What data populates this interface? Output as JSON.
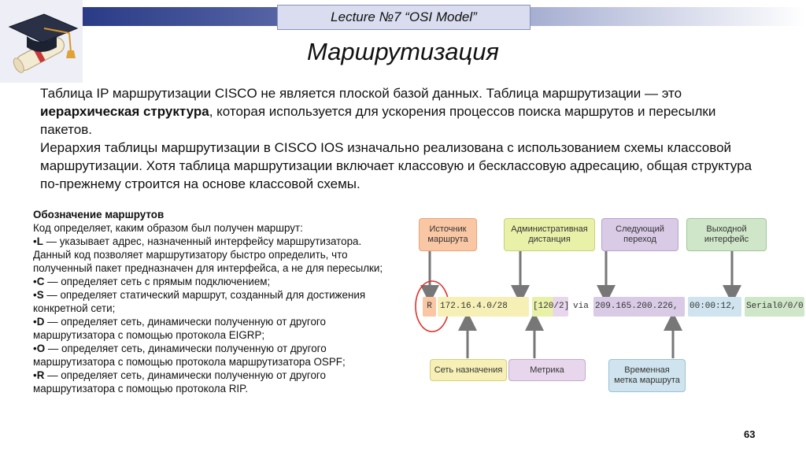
{
  "header": {
    "lecture_title": "Lecture  №7 “OSI Model”"
  },
  "slide_title": "Маршрутизация",
  "paragraph1": {
    "part1": "Таблица IP маршрутизации CISCO не является плоской базой данных. Таблица маршрутизации — это ",
    "bold": "иерархическая структура",
    "part2": ", которая используется для ускорения процессов поиска маршрутов и пересылки пакетов."
  },
  "paragraph2": "Иерархия таблицы маршрутизации в CISCO IOS изначально реализована с использованием схемы классовой маршрутизации. Хотя таблица маршрутизации включает классовую и бесклассовую адресацию, общая структура по-прежнему строится на основе классовой схемы.",
  "notes": {
    "heading": "Обозначение маршрутов",
    "intro": "Код определяет, каким образом был получен маршрут:",
    "items": [
      {
        "prefix": "•",
        "code": "L",
        "lines": [
          " — указывает адрес, назначенный интерфейсу маршрутизатора.",
          "Данный код позволяет маршрутизатору быстро определить, что",
          "полученный пакет предназначен для интерфейса, а не для пересылки;"
        ]
      },
      {
        "prefix": "•",
        "code": "C",
        "lines": [
          " — определяет сеть с прямым подключением;"
        ]
      },
      {
        "prefix": "•",
        "code": "S",
        "lines": [
          " — определяет статический маршрут, созданный для достижения",
          "конкретной сети;"
        ]
      },
      {
        "prefix": "•",
        "code": "D",
        "lines": [
          " — определяет сеть, динамически полученную от другого",
          "маршрутизатора с помощью протокола EIGRP;"
        ]
      },
      {
        "prefix": "•",
        "code": "O",
        "lines": [
          " — определяет сеть, динамически полученную от другого",
          "маршрутизатора с помощью протокола маршрутизатора OSPF;"
        ]
      },
      {
        "prefix": "•",
        "code": "R",
        "lines": [
          " — определяет сеть, динамически полученную от другого",
          "маршрутизатора с помощью протокола RIP."
        ]
      }
    ]
  },
  "diagram": {
    "top_boxes": [
      {
        "id": "source",
        "lines": [
          "Источник",
          "маршрута"
        ],
        "color": "#f9c7a4",
        "border": "#e8a47c"
      },
      {
        "id": "admin-distance",
        "lines": [
          "Административная",
          "дистанция"
        ],
        "color": "#e9f0a8",
        "border": "#c7d27a"
      },
      {
        "id": "next-hop",
        "lines": [
          "Следующий",
          "переход"
        ],
        "color": "#d9cbe6",
        "border": "#b7a3cc"
      },
      {
        "id": "exit-interface",
        "lines": [
          "Выходной",
          "интерфейс"
        ],
        "color": "#cfe6c9",
        "border": "#9fc79a"
      }
    ],
    "route_entry": {
      "code": "R",
      "network": "172.16.4.0/28",
      "metric_block": "[120/2]",
      "via": "via",
      "next_hop": "209.165.200.226,",
      "timer": "00:00:12,",
      "interface": "Serial0/0/0"
    },
    "bottom_boxes": [
      {
        "id": "destination-network",
        "lines": [
          "Сеть назначения"
        ],
        "color": "#f6f0b6",
        "border": "#d8cf7a"
      },
      {
        "id": "metric",
        "lines": [
          "Метрика"
        ],
        "color": "#e7d6ec",
        "border": "#c4a9cf"
      },
      {
        "id": "timestamp",
        "lines": [
          "Временная",
          "метка маршрута"
        ],
        "color": "#cfe4ee",
        "border": "#98c2d6"
      }
    ],
    "highlight_circle_color": "#e0302a"
  },
  "page_number": "63"
}
